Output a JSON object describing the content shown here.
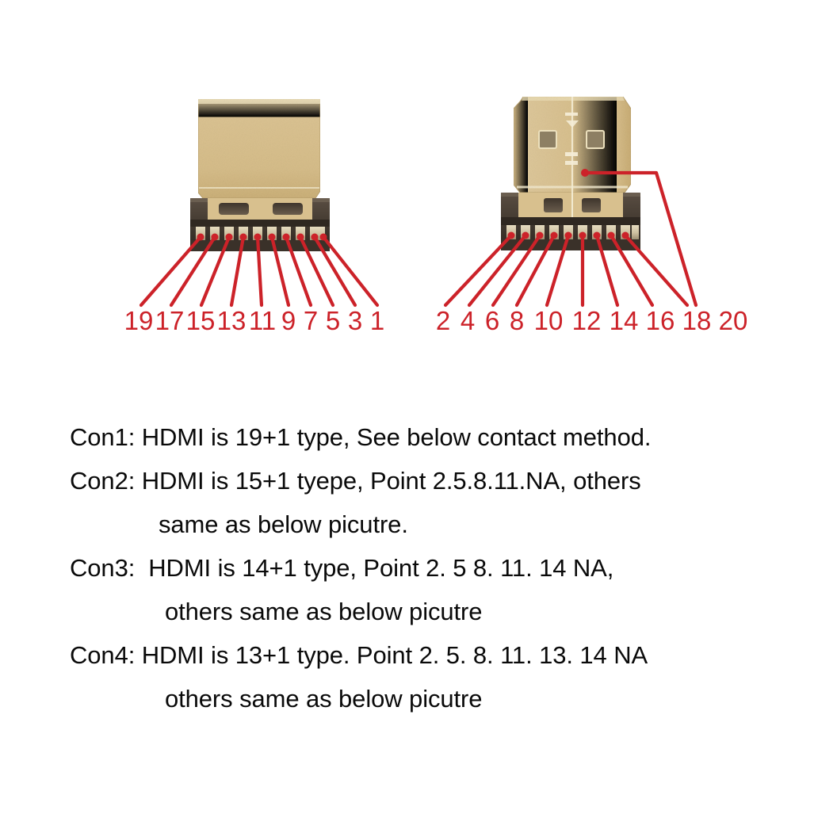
{
  "diagram": {
    "title_alt": "HDMI connector pin numbering diagram",
    "colors": {
      "leader_red": "#cc2229",
      "label_red": "#cc2229",
      "gold_body": "#d9c08d",
      "gold_light": "#e8d6ac",
      "gold_dark": "#bda36f",
      "housing_dark": "#463c34",
      "housing_darker": "#2e2722",
      "pin_metal": "#cfc3a4",
      "background": "#ffffff"
    },
    "connectors": [
      {
        "id": "left-connector",
        "name": "odd-pin-connector",
        "description": "HDMI plug shown from pin side with odd pin numbers",
        "pin_labels": [
          "19",
          "17",
          "15",
          "13",
          "11",
          "9",
          "7",
          "5",
          "3",
          "1"
        ],
        "pin_count": 10
      },
      {
        "id": "right-connector",
        "name": "even-pin-connector",
        "description": "HDMI plug shown from pin side with even pin numbers",
        "pin_labels": [
          "2",
          "4",
          "6",
          "8",
          "10",
          "12",
          "14",
          "16",
          "18",
          "20"
        ],
        "pin_count": 10,
        "shell_callout_label": "20"
      }
    ]
  },
  "notes": {
    "lines": [
      {
        "text": "Con1: HDMI is 19+1 type, See below contact method.",
        "indent": 0
      },
      {
        "text": "Con2: HDMI is 15+1 tyepe, Point 2.5.8.11.NA, others",
        "indent": 0
      },
      {
        "text": "same as below picutre.",
        "indent": 1
      },
      {
        "text": "Con3:  HDMI is 14+1 type, Point 2. 5 8. 11. 14 NA,",
        "indent": 0
      },
      {
        "text": "others same as below picutre",
        "indent": 2
      },
      {
        "text": "Con4: HDMI is 13+1 type. Point 2. 5. 8. 11. 13. 14 NA",
        "indent": 0
      },
      {
        "text": "others same as below picutre",
        "indent": 2
      }
    ]
  }
}
